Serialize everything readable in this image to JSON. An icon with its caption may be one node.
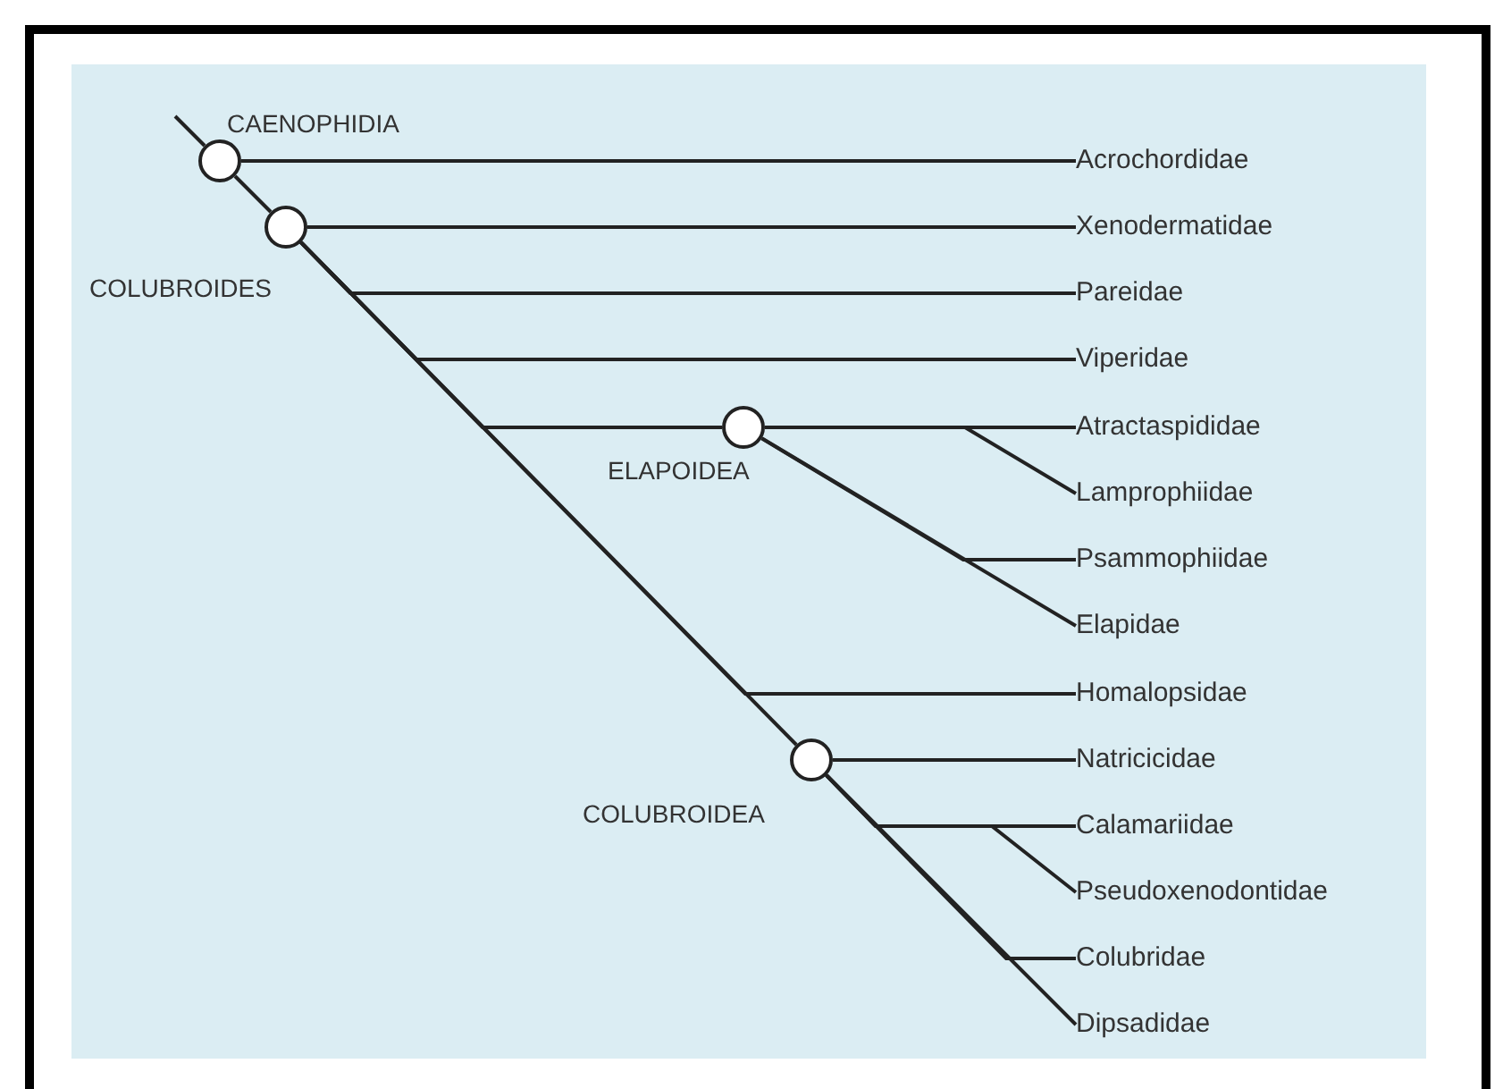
{
  "diagram": {
    "nodes": [
      {
        "text": [],
        "shape": "circle",
        "beside": [
          "CAENOPHIDIA"
        ]
      },
      {
        "text": [
          "Acrochordidae"
        ]
      },
      {
        "text": [],
        "shape": "circle",
        "beside": [
          "COLUBROIDES"
        ]
      },
      {
        "text": [
          "Xenodermatidae"
        ]
      },
      {
        "text": [
          "Pareidae"
        ]
      },
      {
        "text": [
          "Viperidae"
        ]
      },
      {
        "text": [],
        "shape": "circle",
        "beside": [
          "ELAPOIDEA"
        ]
      },
      {
        "text": [
          "Atractaspididae"
        ]
      },
      {
        "text": [
          "Lamprophiidae"
        ]
      },
      {
        "text": [
          "Psammophiidae"
        ]
      },
      {
        "text": [
          "Elapidae"
        ]
      },
      {
        "text": [
          "Homalopsidae"
        ]
      },
      {
        "text": [],
        "shape": "circle",
        "beside": [
          "COLUBROIDEA"
        ]
      },
      {
        "text": [
          "Natricicidae"
        ]
      },
      {
        "text": [
          "Calamariidae"
        ]
      },
      {
        "text": [
          "Pseudoxenodontidae"
        ]
      },
      {
        "text": [
          "Colubridae"
        ]
      },
      {
        "text": [
          "Dipsadidae"
        ]
      }
    ],
    "edges": [
      {
        "from": null,
        "to": 0,
        "arrow": "none"
      },
      {
        "from": 0,
        "to": 1,
        "arrow": "none"
      },
      {
        "from": 0,
        "to": 2,
        "arrow": "none"
      },
      {
        "from": 2,
        "to": 3,
        "arrow": "none"
      },
      {
        "from": 2,
        "to": 4,
        "arrow": "none"
      },
      {
        "from": 2,
        "to": 5,
        "arrow": "none"
      },
      {
        "from": 2,
        "to": 6,
        "arrow": "none"
      },
      {
        "from": 2,
        "to": 11,
        "arrow": "none"
      },
      {
        "from": 2,
        "to": 12,
        "arrow": "none"
      },
      {
        "from": 6,
        "to": 7,
        "arrow": "none"
      },
      {
        "from": 6,
        "to": 8,
        "arrow": "none"
      },
      {
        "from": 6,
        "to": 9,
        "arrow": "none"
      },
      {
        "from": 6,
        "to": 10,
        "arrow": "none"
      },
      {
        "from": 12,
        "to": 13,
        "arrow": "none"
      },
      {
        "from": 12,
        "to": 14,
        "arrow": "none"
      },
      {
        "from": 12,
        "to": 15,
        "arrow": "none"
      },
      {
        "from": 12,
        "to": 16,
        "arrow": "none"
      },
      {
        "from": 12,
        "to": 17,
        "arrow": "none"
      }
    ]
  }
}
